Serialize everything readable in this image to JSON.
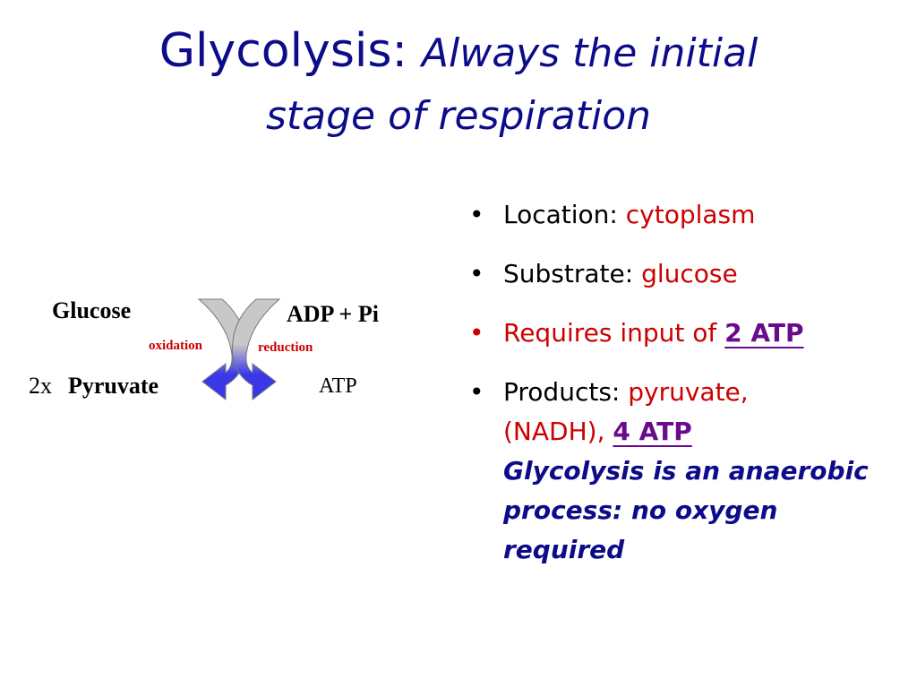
{
  "title": {
    "main": "Glycolysis:",
    "italic_part1": "Always the initial",
    "italic_part2": "stage of respiration"
  },
  "diagram": {
    "glucose": "Glucose",
    "pyruvate_prefix": "2x",
    "pyruvate": "Pyruvate",
    "adp_pi": "ADP + Pi",
    "atp": "ATP",
    "oxidation": "oxidation",
    "reduction": "reduction",
    "colors": {
      "arrow_gray": "#c8c8c8",
      "arrow_blue": "#3a37e8",
      "label_red": "#cc0000"
    }
  },
  "bullets": [
    {
      "label": "Location: ",
      "value": "cytoplasm"
    },
    {
      "label": "Substrate: ",
      "value": "glucose"
    },
    {
      "label": "Requires input of ",
      "value": "2 ATP"
    },
    {
      "label": "Products: ",
      "value": "pyruvate,",
      "value2": "(NADH), ",
      "value3": "4 ATP",
      "note": "Glycolysis is an anaerobic process: no oxygen required"
    }
  ],
  "colors": {
    "title": "#0c0c8a",
    "accent_red": "#cc0000",
    "atp_purple": "#6a0a8c"
  }
}
